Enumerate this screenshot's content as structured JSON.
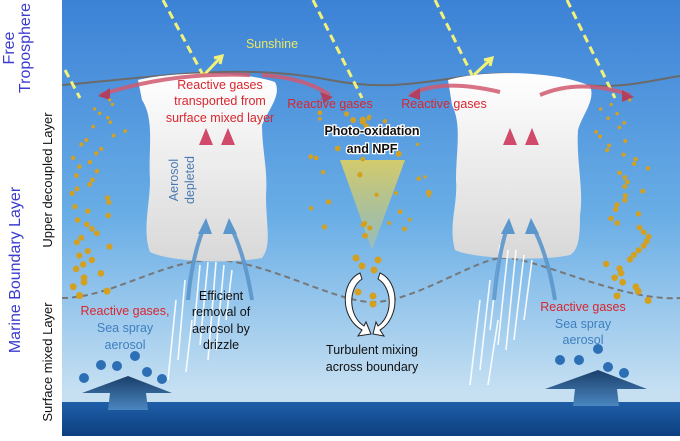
{
  "side_labels": {
    "free_troposphere_line1": "Free",
    "free_troposphere_line2": "Troposphere",
    "marine_boundary_layer": "Marine Boundary Layer",
    "upper_decoupled_layer": "Upper decoupled Layer",
    "surface_mixed_layer": "Surface mixed Layer"
  },
  "labels": {
    "sunshine": "Sunshine",
    "transport_line1": "Reactive gases",
    "transport_line2": "transported from",
    "transport_line3": "surface mixed layer",
    "reactive_gases_mid_left": "Reactive gases",
    "reactive_gases_mid_right": "Reactive gases",
    "photo_line1": "Photo-oxidation",
    "photo_line2": "and NPF",
    "aerosol_depleted_line1": "Aerosol",
    "aerosol_depleted_line2": "depleted",
    "drizzle_line1": "Efficient",
    "drizzle_line2": "removal of",
    "drizzle_line3": "aerosol by",
    "drizzle_line4": "drizzle",
    "turbulent_line1": "Turbulent mixing",
    "turbulent_line2": "across boundary",
    "left_reactive": "Reactive gases,",
    "left_seaspray1": "Sea spray",
    "left_seaspray2": "aerosol",
    "right_reactive": "Reactive gases",
    "right_seaspray1": "Sea spray",
    "right_seaspray2": "aerosol"
  },
  "colors": {
    "reactive": "#d9262e",
    "aerosol": "#3f7fc0",
    "layer_label": "#3b3bd0",
    "sunshine": "#f2f27a",
    "particle": "#d4a020"
  }
}
